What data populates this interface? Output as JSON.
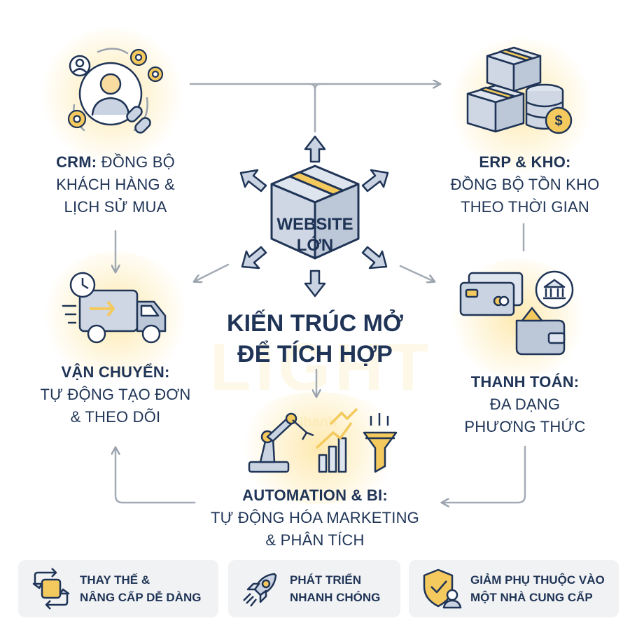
{
  "watermark": {
    "brand": "LIGHT",
    "tagline": "Nhanh"
  },
  "center": {
    "box_line1": "WEBSITE",
    "box_line2": "LỚN"
  },
  "title": {
    "line1": "KIẾN TRÚC MỞ",
    "line2": "ĐỂ TÍCH HỢP"
  },
  "nodes": {
    "crm": {
      "head": "CRM:",
      "line1_rest": " ĐỒNG BỘ",
      "line2": "KHÁCH HÀNG &",
      "line3": "LỊCH SỬ MUA"
    },
    "erp": {
      "head": "ERP & KHO:",
      "line2": "ĐỒNG BỘ TỒN KHO",
      "line3": "THEO THỜI GIAN"
    },
    "shipping": {
      "head": "VẬN CHUYỂN:",
      "line2": "TỰ ĐỘNG TẠO ĐƠN",
      "line3": "& THEO DÕI"
    },
    "payment": {
      "head": "THANH TOÁN:",
      "line2": "ĐA DẠNG",
      "line3": "PHƯƠNG THỨC"
    },
    "automation": {
      "head": "AUTOMATION & BI:",
      "line2": "TỰ ĐỘNG HÓA MARKETING",
      "line3": "& PHÂN TÍCH"
    }
  },
  "benefits": [
    {
      "line1": "THAY THẾ &",
      "line2": "NÂNG CẤP DỄ DÀNG"
    },
    {
      "line1": "PHÁT TRIỂN",
      "line2": "NHANH CHÓNG"
    },
    {
      "line1": "GIẢM PHỤ THUỘC VÀO",
      "line2": "MỘT NHÀ CUNG CẤP"
    }
  ],
  "colors": {
    "navy": "#1f3456",
    "accent": "#f4c95d",
    "arrow": "#9aa3ad",
    "card": "#f1f2f4"
  },
  "icons": {
    "crm": "user-gears-chain-icon",
    "erp": "boxes-coins-icon",
    "shipping": "delivery-truck-icon",
    "payment": "cards-bank-wallet-icon",
    "automation": "robot-arm-chart-funnel-icon",
    "benefit1": "swap-arrows-icon",
    "benefit2": "rocket-icon",
    "benefit3": "shield-user-icon"
  }
}
